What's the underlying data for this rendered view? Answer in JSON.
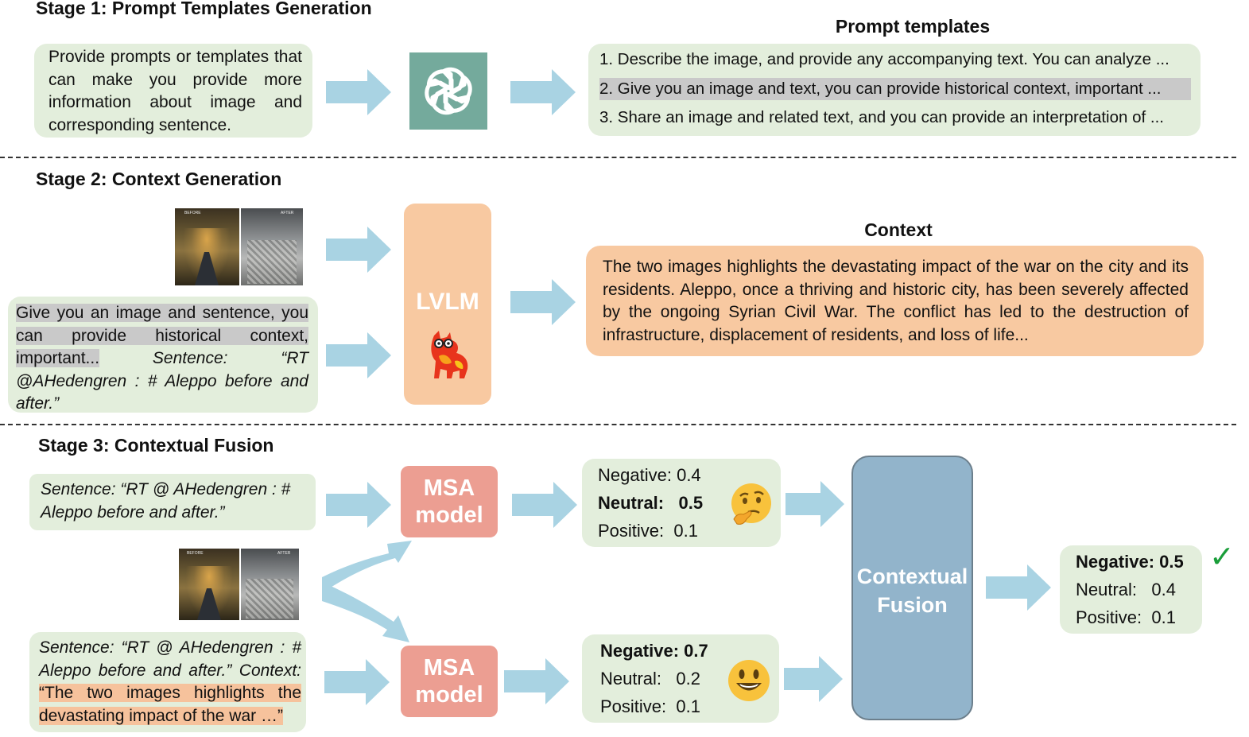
{
  "stage1": {
    "title": "Stage 1: Prompt Templates Generation",
    "input_text": "Provide prompts or templates that can make you provide more information about image and corresponding sentence.",
    "templates_heading": "Prompt templates",
    "templates": [
      "1. Describe the image, and provide any accompanying text. You can analyze ...",
      "2. Give you an image and text, you can provide historical context, important ...",
      "3. Share an image and related text, and you can provide an interpretation of ..."
    ]
  },
  "stage2": {
    "title": "Stage 2: Context Generation",
    "image_labels": {
      "before": "BEFORE",
      "after": "AFTER"
    },
    "prompt_highlight": "Give you an image and sentence, you can provide historical context, important...",
    "prompt_rest": " Sentence: “RT @AHedengren : # Aleppo before and after.”",
    "model_label": "LVLM",
    "context_heading": "Context",
    "context_text": "The two images highlights the devastating impact of the war on the city and its residents. Aleppo, once a thriving and historic city, has been severely affected by the ongoing Syrian Civil War. The conflict has led to the destruction of infrastructure, displacement of residents, and loss of life..."
  },
  "stage3": {
    "title": "Stage 3: Contextual Fusion",
    "sentence_only": "Sentence: “RT @ AHedengren : # Aleppo before and after.”",
    "sentence_ctx_italic": "Sentence: “RT @ AHedengren : # Aleppo before and after.” Context:",
    "sentence_ctx_highlight": "“The two images highlights the devastating impact of the war …”",
    "msa_label_line1": "MSA",
    "msa_label_line2": "model",
    "scores_top": [
      {
        "label": "Negative:",
        "value": "0.4",
        "bold": false
      },
      {
        "label": "Neutral:",
        "value": "0.5",
        "bold": true
      },
      {
        "label": "Positive:",
        "value": "0.1",
        "bold": false
      }
    ],
    "scores_bottom": [
      {
        "label": "Negative:",
        "value": "0.7",
        "bold": true
      },
      {
        "label": "Neutral:",
        "value": "0.2",
        "bold": false
      },
      {
        "label": "Positive:",
        "value": "0.1",
        "bold": false
      }
    ],
    "fusion_line1": "Contextual",
    "fusion_line2": "Fusion",
    "final_scores": [
      {
        "label": "Negative:",
        "value": "0.5",
        "bold": true
      },
      {
        "label": "Neutral:",
        "value": "0.4",
        "bold": false
      },
      {
        "label": "Positive:",
        "value": "0.1",
        "bold": false
      }
    ],
    "checkmark": "✓"
  },
  "colors": {
    "green_box": "#e3eedc",
    "orange_box": "#f8c9a1",
    "arrow": "#a9d3e3",
    "msa": "#ec9e92",
    "fusion": "#92b4cb",
    "openai_tile": "#74aa9c",
    "check": "#1a9e3a"
  },
  "icons": [
    "openai-logo-icon",
    "llama-mascot-icon",
    "thinking-face-icon",
    "smiling-face-icon",
    "checkmark-icon"
  ]
}
